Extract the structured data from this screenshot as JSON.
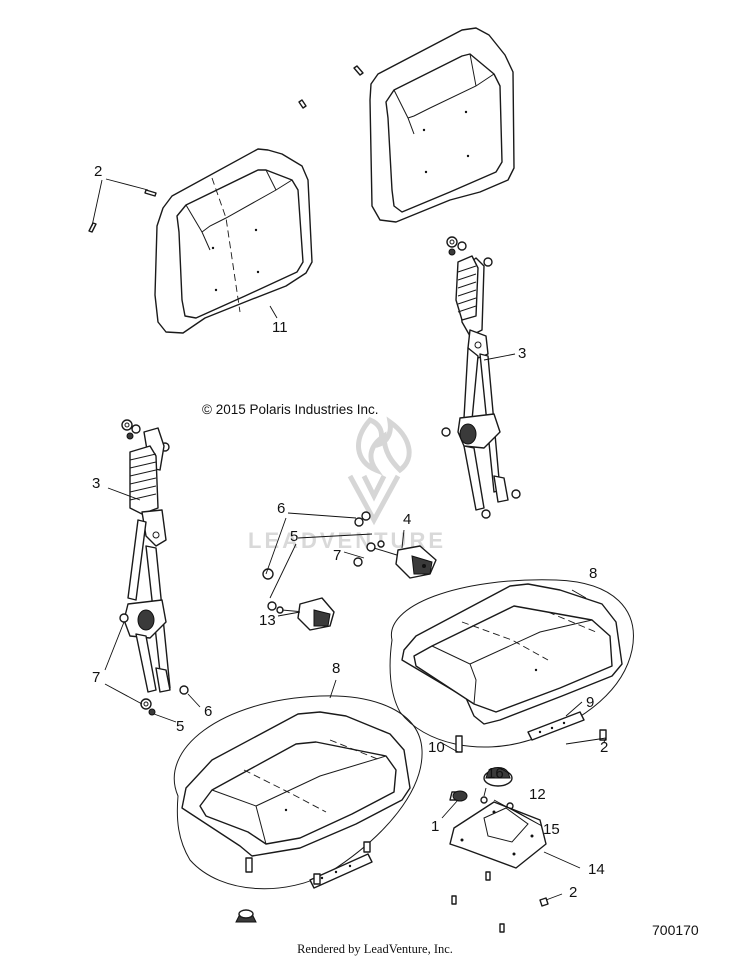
{
  "copyright": "© 2015 Polaris Industries Inc.",
  "drawing_number": "700170",
  "footer": "Rendered by LeadVenture, Inc.",
  "watermark": "LEADVENTURE",
  "callouts": [
    "1",
    "2",
    "3",
    "4",
    "5",
    "6",
    "7",
    "8",
    "9",
    "10",
    "11",
    "12",
    "13",
    "14",
    "15",
    "16"
  ]
}
